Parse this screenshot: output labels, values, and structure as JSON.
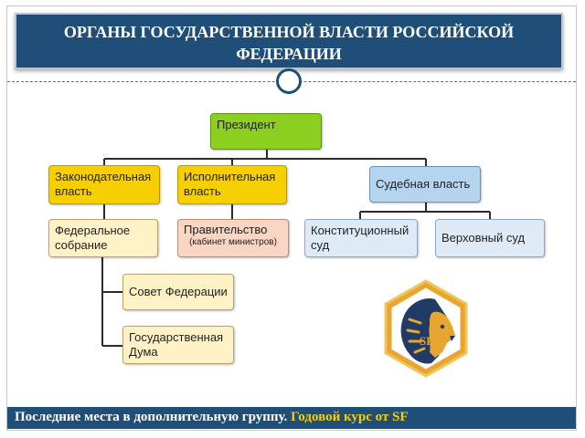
{
  "header": {
    "title_line1": "ОРГАНЫ ГОСУДАРСТВЕННОЙ ВЛАСТИ РОССИЙСКОЙ",
    "title_line2": "ФЕДЕРАЦИИ"
  },
  "diagram": {
    "president": "Президент",
    "legislative": "Законодательная власть",
    "executive": "Исполнительная власть",
    "judicial": "Судебная власть",
    "federal_assembly": "Федеральное собрание",
    "government": "Правительство",
    "government_note": "(кабинет министров)",
    "constitutional_court": "Конституционный суд",
    "supreme_court": "Верховный суд",
    "federation_council": "Совет Федерации",
    "state_duma": "Государственная Дума"
  },
  "logo": {
    "text": "SF",
    "icon": "lion-head-icon"
  },
  "footer": {
    "white_text": "Последние места в дополнительную группу.",
    "yellow_text": "Годовой курс от SF"
  },
  "colors": {
    "header_bg": "#1f4e78",
    "president": "#8ccf1e",
    "branch_leg_exec": "#f5cf00",
    "branch_judicial": "#b4d4ef",
    "footer_accent": "#f5cf00"
  }
}
